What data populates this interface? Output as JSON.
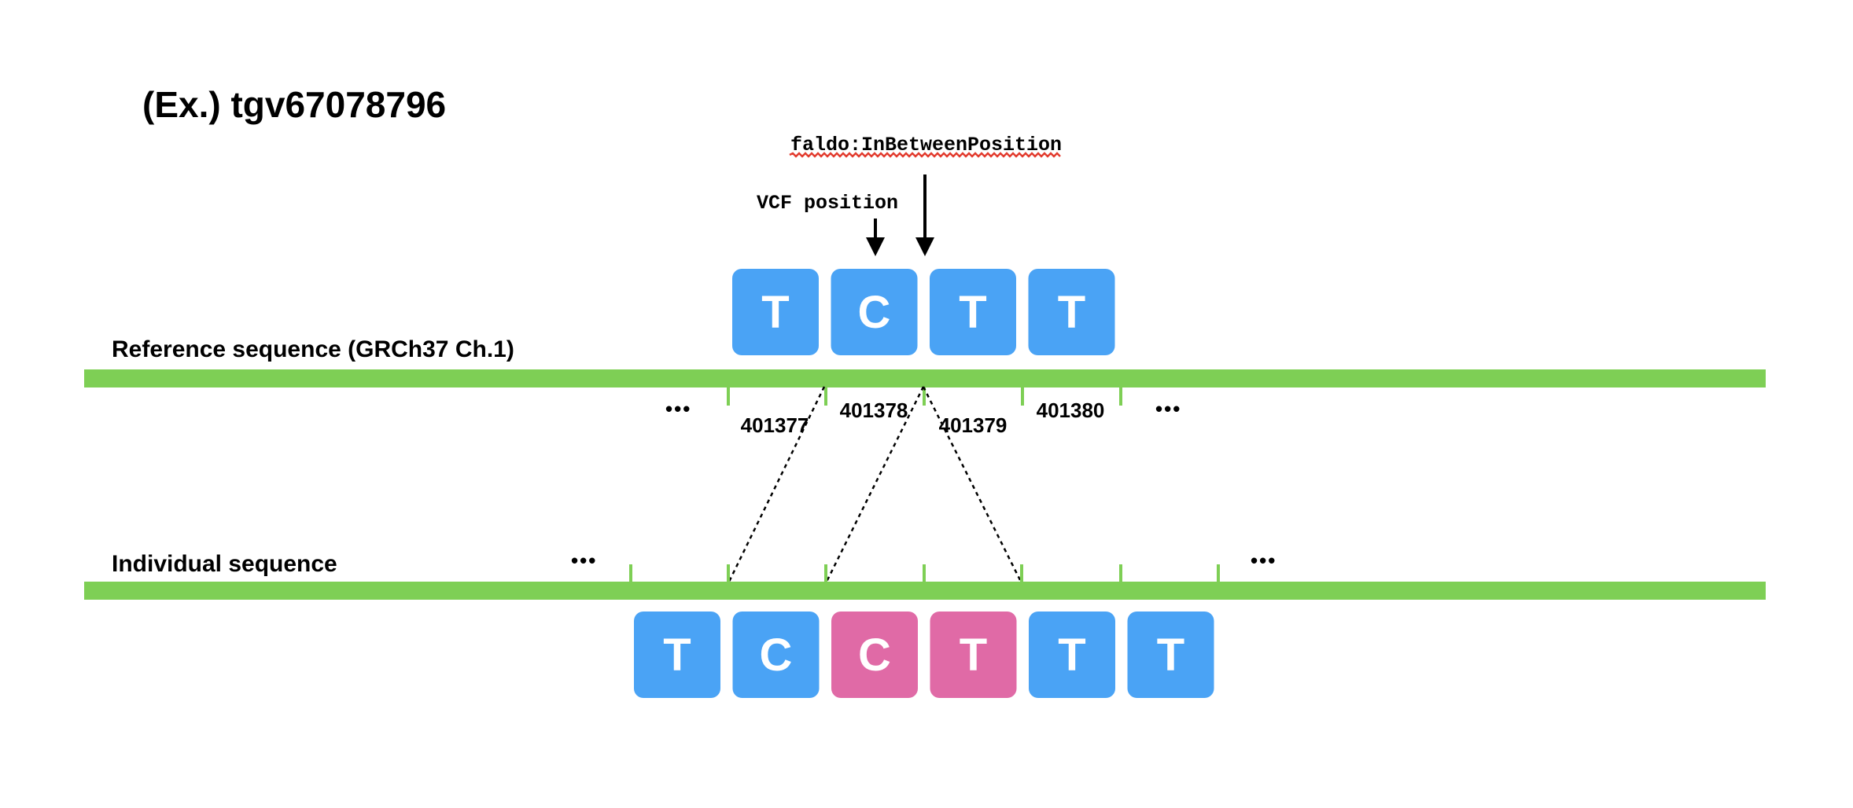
{
  "title": "(Ex.) tgv67078796",
  "labels": {
    "reference": "Reference sequence (GRCh37 Ch.1)",
    "individual": "Individual sequence",
    "vcf_position": "VCF position",
    "faldo": "faldo:InBetweenPosition",
    "ellipsis": "•••"
  },
  "reference_bases": [
    "T",
    "C",
    "T",
    "T"
  ],
  "reference_positions": [
    "401377",
    "401378",
    "401379",
    "401380"
  ],
  "individual_bases": [
    {
      "letter": "T",
      "inserted": false
    },
    {
      "letter": "C",
      "inserted": false
    },
    {
      "letter": "C",
      "inserted": true
    },
    {
      "letter": "T",
      "inserted": true
    },
    {
      "letter": "T",
      "inserted": false
    },
    {
      "letter": "T",
      "inserted": false
    }
  ],
  "colors": {
    "reference_base": "#4aa3f5",
    "inserted_base": "#e06aa6",
    "sequence_bar": "#7ecf55",
    "faldo_underline": "#e23b2e",
    "arrow": "#000000"
  },
  "icons": {
    "vcf_arrow": "down-arrow-icon",
    "faldo_arrow": "down-arrow-icon"
  }
}
